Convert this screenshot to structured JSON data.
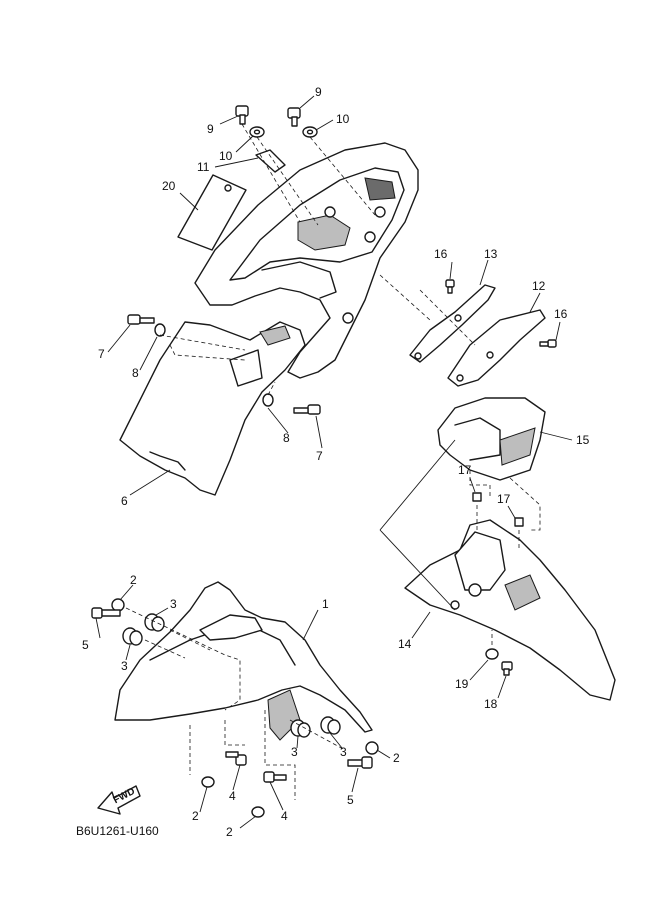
{
  "diagram_code": "B6U1261-U160",
  "fwd_label": "FWD",
  "callouts": {
    "c1": "1",
    "c2a": "2",
    "c2b": "2",
    "c2c": "2",
    "c2d": "2",
    "c3a": "3",
    "c3b": "3",
    "c3c": "3",
    "c3d": "3",
    "c4a": "4",
    "c4b": "4",
    "c5a": "5",
    "c5b": "5",
    "c6": "6",
    "c7a": "7",
    "c7b": "7",
    "c8a": "8",
    "c8b": "8",
    "c9a": "9",
    "c9b": "9",
    "c10a": "10",
    "c10b": "10",
    "c11": "11",
    "c12": "12",
    "c13": "13",
    "c14": "14",
    "c15": "15",
    "c16a": "16",
    "c16b": "16",
    "c17a": "17",
    "c17b": "17",
    "c18": "18",
    "c19": "19",
    "c20": "20"
  }
}
